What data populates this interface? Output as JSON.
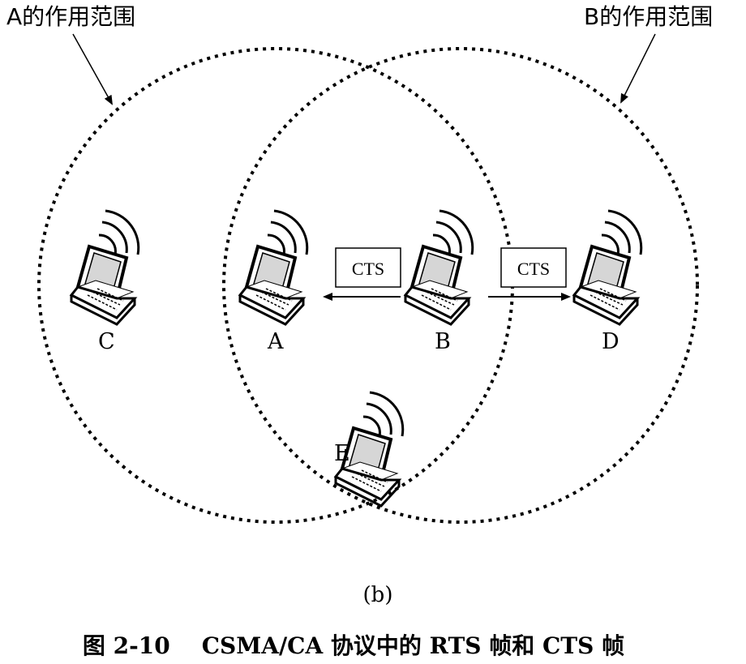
{
  "labels": {
    "range_a": "A的作用范围",
    "range_b": "B的作用范围",
    "node_c": "C",
    "node_a": "A",
    "node_b": "B",
    "node_d": "D",
    "node_e": "E",
    "cts_left": "CTS",
    "cts_right": "CTS",
    "subfigure": "(b)",
    "caption": "图 2-10    CSMA/CA 协议中的 RTS 帧和 CTS 帧"
  },
  "icons": {
    "laptop": "laptop-icon",
    "wireless": "wireless-signal-icon",
    "arrow": "arrow-icon"
  },
  "colors": {
    "ink": "#000000",
    "screen": "#d6d6d6"
  }
}
